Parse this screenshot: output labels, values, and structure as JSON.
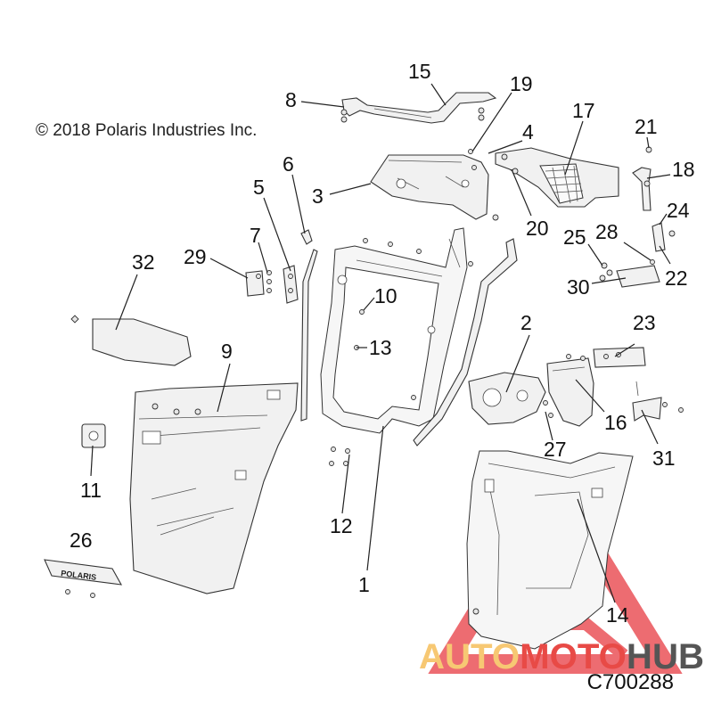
{
  "copyright": "© 2018 Polaris Industries Inc.",
  "drawing_code": "C700288",
  "embossed_text": "POLARIS",
  "watermark": {
    "part1": "AUTO",
    "part2": "MOTO",
    "part3": "HUB",
    "color_auto": "#f7c873",
    "color_moto": "#e84a46",
    "color_hub": "#555555",
    "triangle_color": "#e8434a"
  },
  "callouts": [
    {
      "id": "c1",
      "text": "1"
    },
    {
      "id": "c2",
      "text": "2"
    },
    {
      "id": "c3",
      "text": "3"
    },
    {
      "id": "c4",
      "text": "4"
    },
    {
      "id": "c5",
      "text": "5"
    },
    {
      "id": "c6",
      "text": "6"
    },
    {
      "id": "c7",
      "text": "7"
    },
    {
      "id": "c8",
      "text": "8"
    },
    {
      "id": "c9",
      "text": "9"
    },
    {
      "id": "c10",
      "text": "10"
    },
    {
      "id": "c11",
      "text": "11"
    },
    {
      "id": "c12",
      "text": "12"
    },
    {
      "id": "c13",
      "text": "13"
    },
    {
      "id": "c14",
      "text": "14"
    },
    {
      "id": "c15",
      "text": "15"
    },
    {
      "id": "c16",
      "text": "16"
    },
    {
      "id": "c17",
      "text": "17"
    },
    {
      "id": "c18",
      "text": "18"
    },
    {
      "id": "c19",
      "text": "19"
    },
    {
      "id": "c20",
      "text": "20"
    },
    {
      "id": "c21",
      "text": "21"
    },
    {
      "id": "c22",
      "text": "22"
    },
    {
      "id": "c23",
      "text": "23"
    },
    {
      "id": "c24",
      "text": "24"
    },
    {
      "id": "c25",
      "text": "25"
    },
    {
      "id": "c26",
      "text": "26"
    },
    {
      "id": "c27",
      "text": "27"
    },
    {
      "id": "c28",
      "text": "28"
    },
    {
      "id": "c29",
      "text": "29"
    },
    {
      "id": "c30",
      "text": "30"
    },
    {
      "id": "c31",
      "text": "31"
    },
    {
      "id": "c32",
      "text": "32"
    }
  ]
}
